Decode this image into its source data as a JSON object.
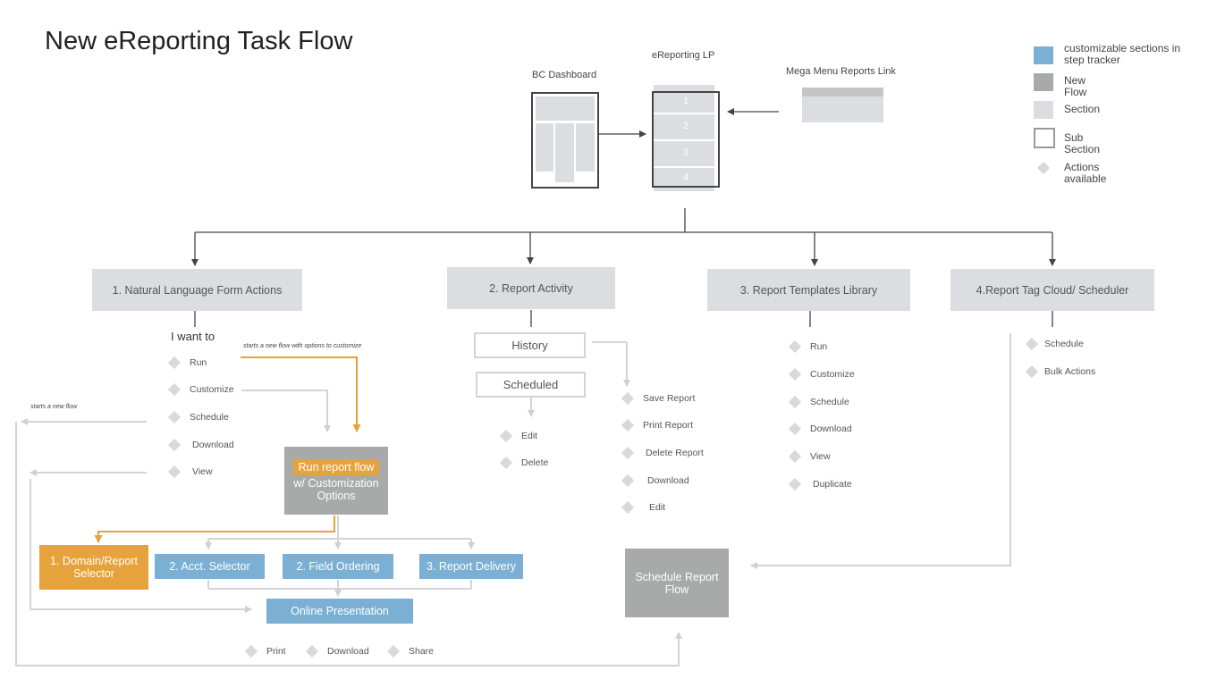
{
  "title": "New eReporting Task Flow",
  "top": {
    "bc_dashboard": "BC Dashboard",
    "ereporting_lp": "eReporting LP",
    "lp_sections": [
      "1",
      "2",
      "3",
      "4"
    ],
    "mega_menu": "Mega Menu Reports Link"
  },
  "legend": [
    {
      "label": "customizable sections in step tracker",
      "color": "#7bafd4"
    },
    {
      "label": "New Flow",
      "color": "#a8a9a9"
    },
    {
      "label": "Section",
      "color": "#dcdde0"
    },
    {
      "label": "Sub Section",
      "color": "#ffffff"
    },
    {
      "label": "Actions available",
      "color": "#d9d9d9"
    }
  ],
  "sections": {
    "s1": "1. Natural Language Form Actions",
    "s2": "2. Report Activity",
    "s3": "3. Report Templates Library",
    "s4": "4.Report Tag Cloud/ Scheduler"
  },
  "nl_form": {
    "i_want_to": "I want to",
    "actions": [
      "Run",
      "Customize",
      "Schedule",
      "Download",
      "View"
    ],
    "note_custom": "starts a new flow with options to customize",
    "note_new": "starts a new flow"
  },
  "run_flow": {
    "highlight": "Run report flow",
    "rest": "w/ Customization Options"
  },
  "steps": {
    "domain": "1. Domain/Report Selector",
    "acct": "2. Acct. Selector",
    "field": "2. Field Ordering",
    "delivery": "3. Report Delivery",
    "online": "Online Presentation"
  },
  "online_actions": [
    "Print",
    "Download",
    "Share"
  ],
  "activity": {
    "history": "History",
    "scheduled": "Scheduled",
    "scheduled_actions": [
      "Edit",
      "Delete"
    ],
    "history_actions": [
      "Save Report",
      "Print Report",
      "Delete Report",
      "Download",
      "Edit"
    ]
  },
  "templates_actions": [
    "Run",
    "Customize",
    "Schedule",
    "Download",
    "View",
    "Duplicate"
  ],
  "tag_actions": [
    "Schedule",
    "Bulk Actions"
  ],
  "schedule_flow": "Schedule Report Flow"
}
